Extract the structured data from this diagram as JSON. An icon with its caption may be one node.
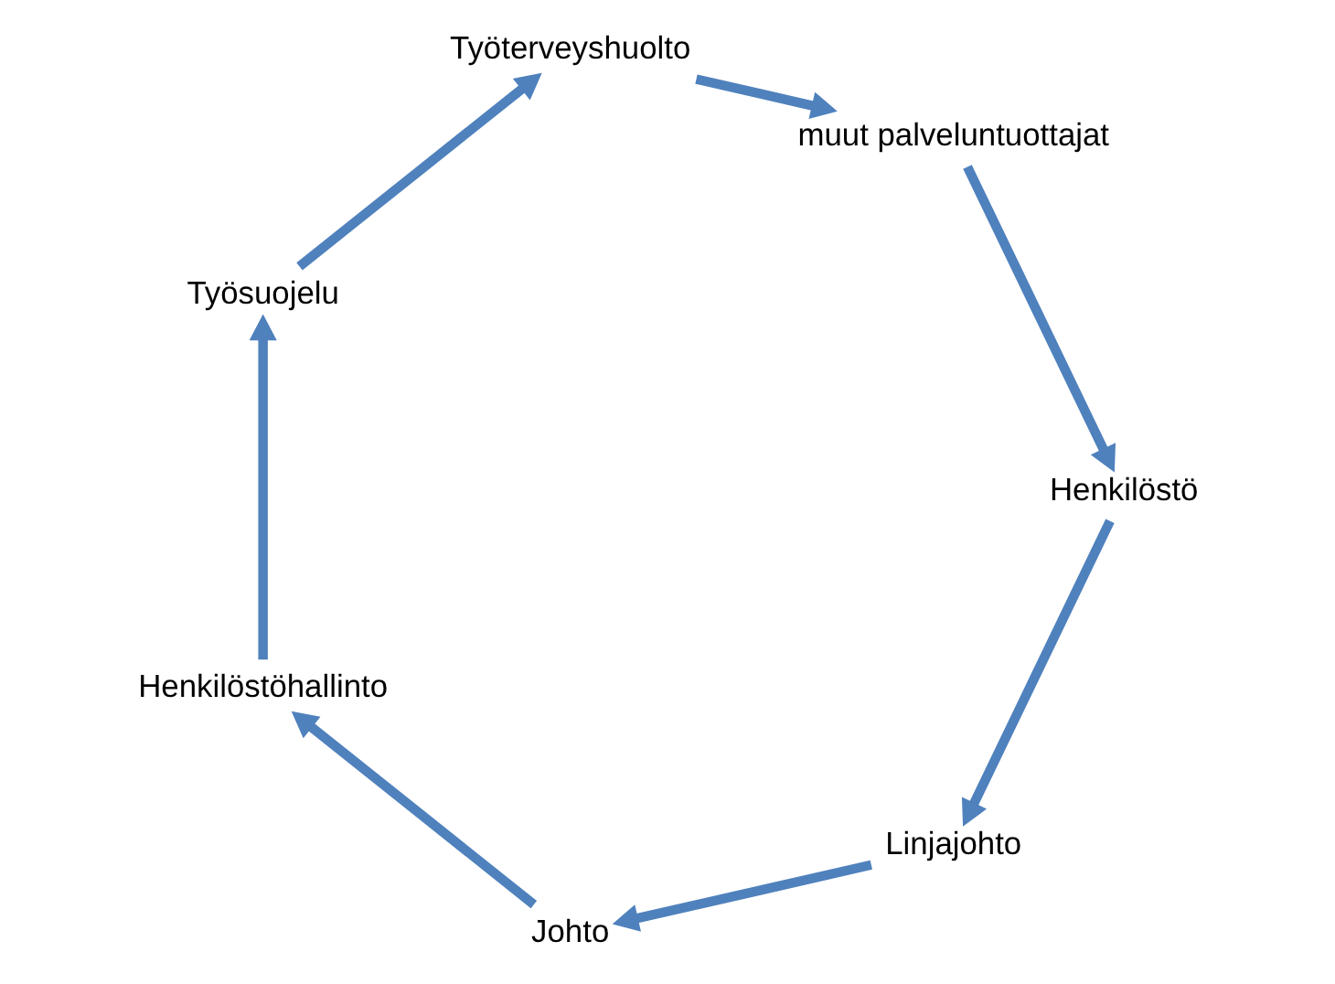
{
  "diagram": {
    "nodes": [
      {
        "text": [
          "Linjajohto"
        ]
      },
      {
        "text": [
          "Johto"
        ]
      },
      {
        "text": [
          "Henkilöstö"
        ]
      },
      {
        "text": [
          "Henkilöstöhallinto"
        ]
      },
      {
        "text": [
          "muut palveluntuottajat"
        ]
      },
      {
        "text": [
          "Työsuojelu"
        ]
      },
      {
        "text": [
          "Työterveyshuolto"
        ]
      }
    ],
    "edges": [
      {
        "from": 0,
        "to": 1,
        "arrow": "to"
      },
      {
        "from": 1,
        "to": 3,
        "arrow": "to"
      },
      {
        "from": 3,
        "to": 5,
        "arrow": "to"
      },
      {
        "from": 5,
        "to": 6,
        "arrow": "to"
      },
      {
        "from": 6,
        "to": 4,
        "arrow": "to"
      },
      {
        "from": 4,
        "to": 2,
        "arrow": "to"
      },
      {
        "from": 2,
        "to": 0,
        "arrow": "to"
      }
    ]
  }
}
